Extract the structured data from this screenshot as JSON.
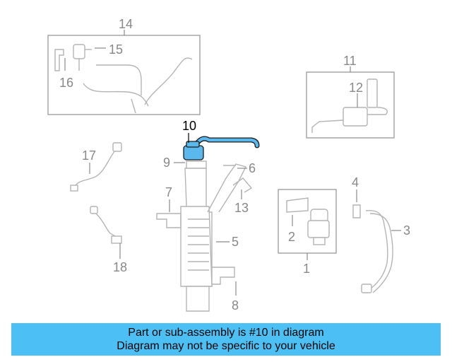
{
  "callouts": {
    "c1": "1",
    "c2": "2",
    "c3": "3",
    "c4": "4",
    "c5": "5",
    "c6": "6",
    "c7": "7",
    "c8": "8",
    "c9": "9",
    "c10": "10",
    "c11": "11",
    "c12": "12",
    "c13": "13",
    "c14": "14",
    "c15": "15",
    "c16": "16",
    "c17": "17",
    "c18": "18"
  },
  "highlight": {
    "part": "10",
    "fill": "#5bb8ec"
  },
  "banner": {
    "line1": "Part or sub-assembly is #10 in diagram",
    "line2": "Diagram may not be specific to your vehicle",
    "color": "#4cc0f4"
  }
}
